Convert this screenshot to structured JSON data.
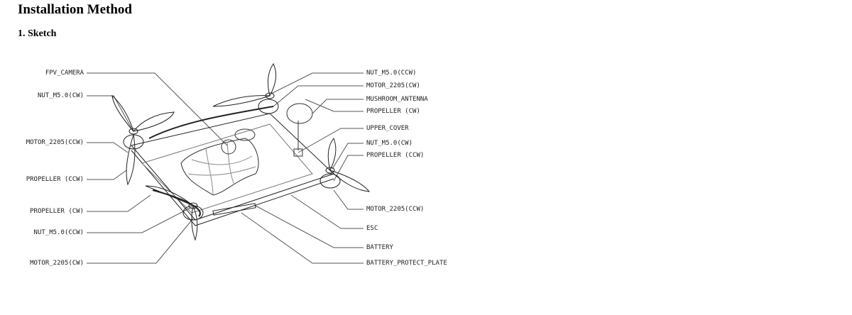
{
  "title": "Installation Method",
  "section": "1. Sketch",
  "diagram": {
    "left_labels": [
      "FPV_CAMERA",
      "NUT_M5.0(CW)",
      "MOTOR_2205(CCW)",
      "PROPELLER (CCW)",
      "PROPELLER (CW)",
      "NUT_M5.0(CCW)",
      "MOTOR_2205(CW)"
    ],
    "right_labels": [
      "NUT_M5.0(CCW)",
      "MOTOR_2205(CW)",
      "MUSHROOM_ANTENNA",
      "PROPELLER (CW)",
      "UPPER_COVER",
      "NUT_M5.0(CW)",
      "PROPELLER (CCW)",
      "MOTOR_2205(CCW)",
      "ESC",
      "BATTERY",
      "BATTERY_PROTECT_PLATE"
    ]
  }
}
